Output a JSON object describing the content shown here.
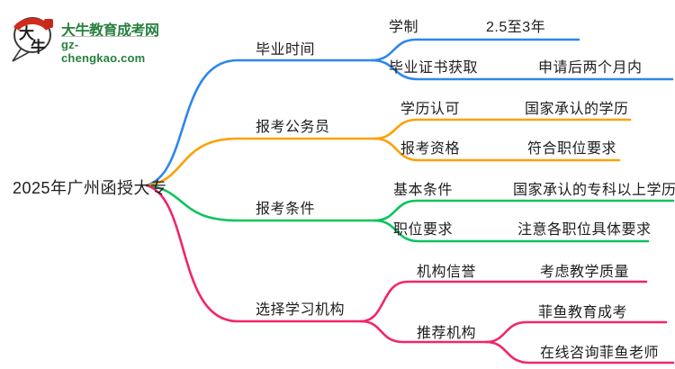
{
  "logo": {
    "mark_char1": "大",
    "mark_char2": "牛",
    "site_name": "大牛教育成考网",
    "site_url": "gz-chengkao.com",
    "brand_green": "#27803e",
    "seal_red": "#c5281c"
  },
  "root": {
    "label": "2025年广州函授大专"
  },
  "branches": [
    {
      "label": "毕业时间",
      "color": "#2D86EC",
      "children": [
        {
          "label": "学制",
          "value": "2.5至3年"
        },
        {
          "label": "毕业证书获取",
          "value": "申请后两个月内"
        }
      ]
    },
    {
      "label": "报考公务员",
      "color": "#FCA103",
      "children": [
        {
          "label": "学历认可",
          "value": "国家承认的学历"
        },
        {
          "label": "报考资格",
          "value": "符合职位要求"
        }
      ]
    },
    {
      "label": "报考条件",
      "color": "#0AC45C",
      "children": [
        {
          "label": "基本条件",
          "value": "国家承认的专科以上学历"
        },
        {
          "label": "职位要求",
          "value": "注意各职位具体要求"
        }
      ]
    },
    {
      "label": "选择学习机构",
      "color": "#F1256E",
      "children": [
        {
          "label": "机构信誉",
          "value": "考虑教学质量"
        },
        {
          "label": "推荐机构",
          "values": [
            "菲鱼教育成考",
            "在线咨询菲鱼老师"
          ]
        }
      ]
    }
  ]
}
